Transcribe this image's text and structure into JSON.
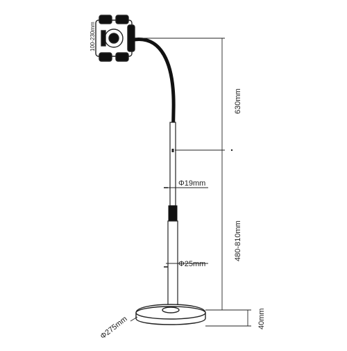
{
  "diagram": {
    "holder_label": "100-230mm",
    "gooseneck_length": "630mm",
    "upper_tube_diameter": "Φ19mm",
    "lower_tube_diameter": "Φ25mm",
    "adjustable_height": "480-810mm",
    "base_diameter": "Φ275mm",
    "base_height": "40mm"
  },
  "colors": {
    "line": "#222222",
    "fill": "#ffffff",
    "dark": "#111111"
  }
}
